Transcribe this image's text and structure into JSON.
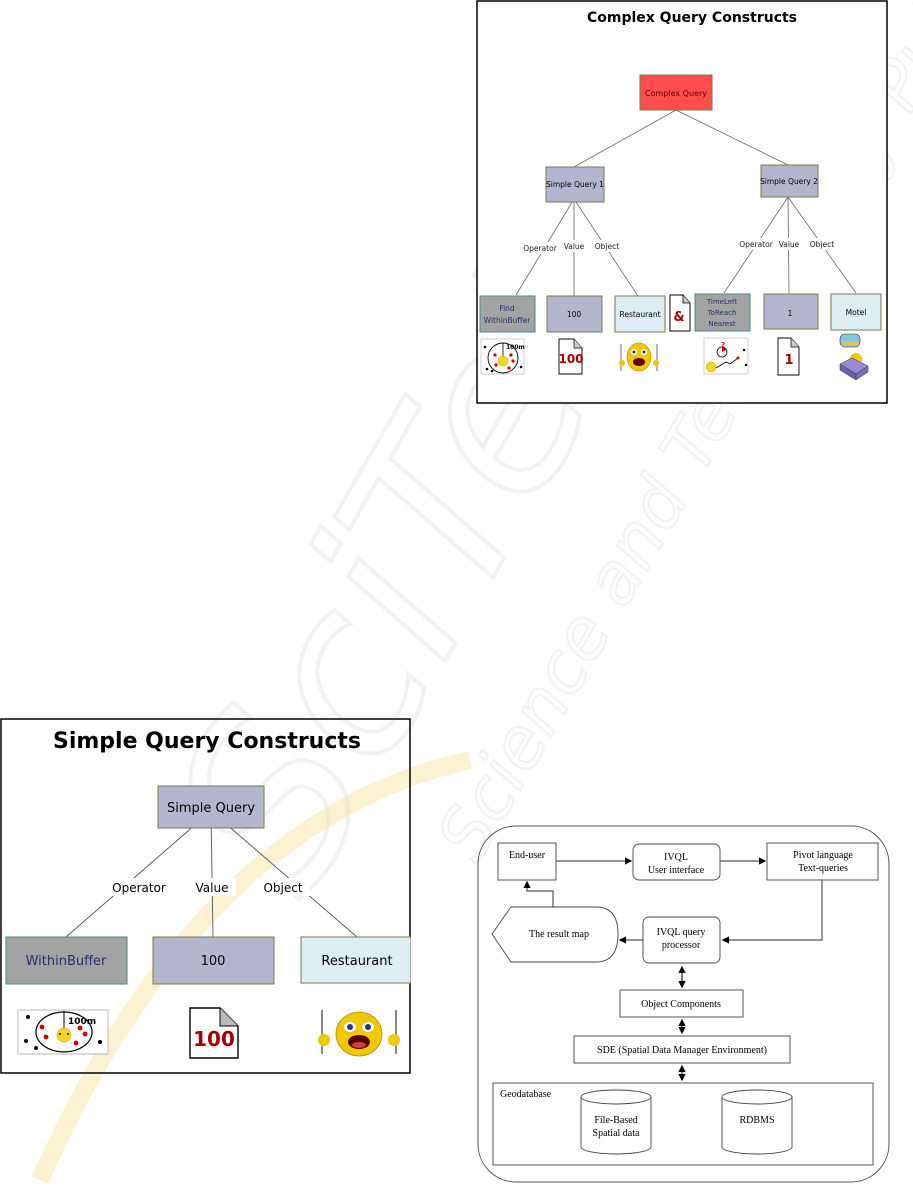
{
  "watermark": {
    "brand": "SciTePress",
    "tagline": "Science and Technology Publications"
  },
  "complex_figure": {
    "title": "Complex Query Constructs",
    "root": "Complex Query",
    "conjunction": "&",
    "branches": [
      {
        "label": "Simple Query 1",
        "edges": [
          "Operator",
          "Value",
          "Object"
        ],
        "operator": [
          "Find",
          "WithinBuffer"
        ],
        "value": "100",
        "object": "Restaurant",
        "operator_icon_text": "100m",
        "value_icon_text": "100"
      },
      {
        "label": "Simple Query 2",
        "edges": [
          "Operator",
          "Value",
          "Object"
        ],
        "operator": [
          "TimeLeft",
          "ToReach",
          "Nearest"
        ],
        "value": "1",
        "object": "Motel",
        "operator_icon_text": "?",
        "value_icon_text": "1"
      }
    ]
  },
  "simple_figure": {
    "title": "Simple Query Constructs",
    "root": "Simple Query",
    "edges": [
      "Operator",
      "Value",
      "Object"
    ],
    "operator": "WithinBuffer",
    "value": "100",
    "object": "Restaurant",
    "operator_icon_text": "100m",
    "value_icon_text": "100"
  },
  "architecture": {
    "end_user": "End-user",
    "ui": [
      "IVQL",
      "User interface"
    ],
    "pivot": [
      "Pivot language",
      "Text-queries"
    ],
    "result_map": "The result map",
    "processor": [
      "IVQL query",
      "processor"
    ],
    "object_components": "Object Components",
    "sde": "SDE (Spatial Data Manager Environment)",
    "geodatabase": "Geodatabase",
    "file_based": [
      "File-Based",
      "Spatial data"
    ],
    "rdbms": "RDBMS"
  },
  "colors": {
    "root_red": "#ff4d4d",
    "query_box": "#b4b6cf",
    "operator_box": "#a3a3a3",
    "object_box": "#dcedf3",
    "value_red": "#a30000"
  }
}
